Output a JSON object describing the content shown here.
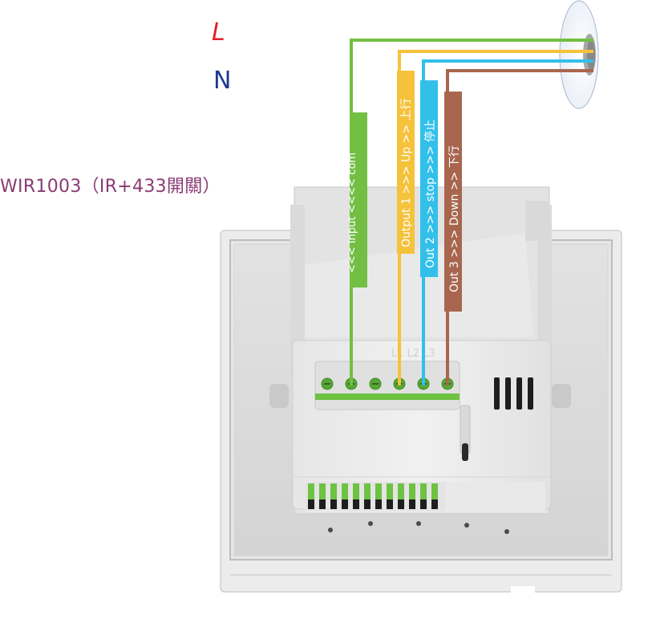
{
  "title": "WIR1003（IR+433開關）",
  "colors": {
    "live": "#e01f26",
    "neutral": "#1d56b5",
    "com": "#72bf44",
    "out1": "#f6c23a",
    "out2": "#32c0ea",
    "out3": "#a8664e",
    "title": "#8a3a72",
    "device_body": "#e9e9e9",
    "terminal_green": "#6dc242"
  },
  "power": {
    "live_label": "L",
    "neutral_label": "N"
  },
  "wires": {
    "com_label": "<<<  Input  <<<<  com",
    "out1_label": "Output 1 >>> Up >> 上行",
    "out2_label": "Out 2  >>>  stop  >>> 停止",
    "out3_label": "Out 3 >>>  Down  >>  下行"
  },
  "terminal_markings": "L1 L2 L3",
  "motor_icon": "motor-cable-icon"
}
